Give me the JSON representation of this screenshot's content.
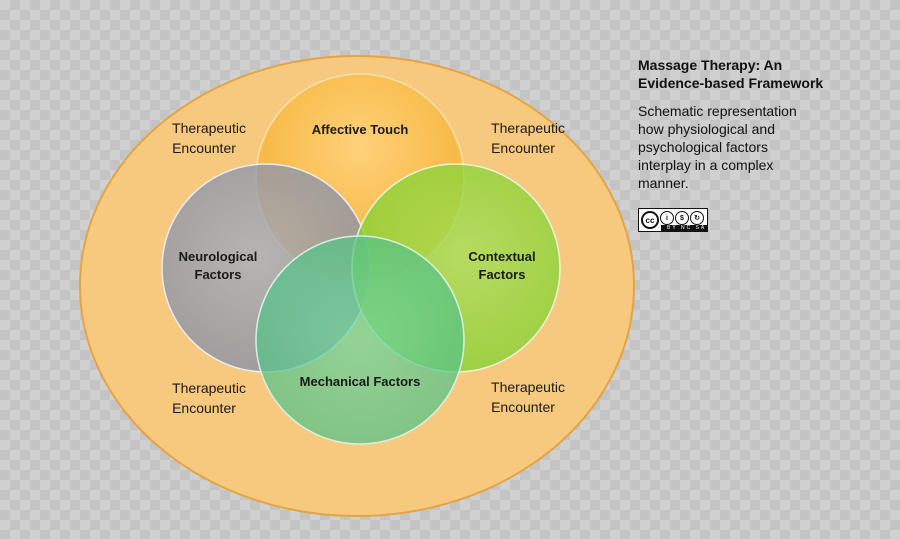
{
  "title": "Massage Therapy: An\nEvidence-based Framework",
  "description": "Schematic representation how physiological and psychological factors interplay in a complex manner.",
  "license": {
    "main_symbol": "cc",
    "symbols": [
      "i",
      "$",
      "↻"
    ],
    "strip_text": "BY NC SA"
  },
  "diagram": {
    "outer_ellipse": {
      "fill": "#f7c97f",
      "stroke": "#e0a440",
      "labels": [
        {
          "line1": "Therapeutic",
          "line2": "Encounter"
        },
        {
          "line1": "Therapeutic",
          "line2": "Encounter"
        },
        {
          "line1": "Therapeutic",
          "line2": "Encounter"
        },
        {
          "line1": "Therapeutic",
          "line2": "Encounter"
        }
      ]
    },
    "circles": {
      "affective": {
        "label": "Affective Touch",
        "color": "#f9ba3a"
      },
      "neurological": {
        "line1": "Neurological",
        "line2": "Factors",
        "color": "#8f98ad"
      },
      "contextual": {
        "line1": "Contextual",
        "line2": "Factors",
        "color": "#8fd83a"
      },
      "mechanical": {
        "label": "Mechanical Factors",
        "color": "#5fc78f"
      }
    }
  }
}
